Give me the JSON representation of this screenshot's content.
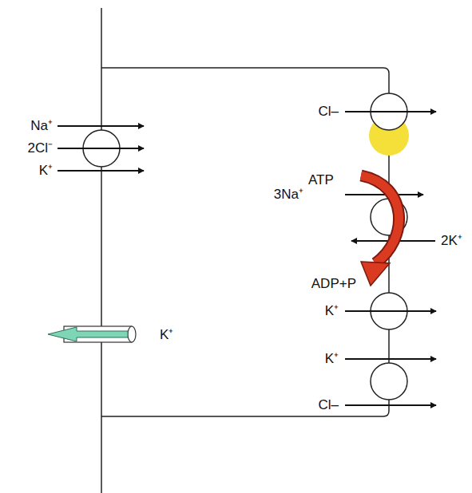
{
  "diagram": {
    "labels": [
      "Na⁺",
      "2Cl⁻",
      "K⁺",
      "Cl–",
      "3Na⁺",
      "ATP",
      "2K⁺",
      "ADP+P",
      "K⁺",
      "K⁺",
      "K⁺",
      "Cl–"
    ]
  }
}
